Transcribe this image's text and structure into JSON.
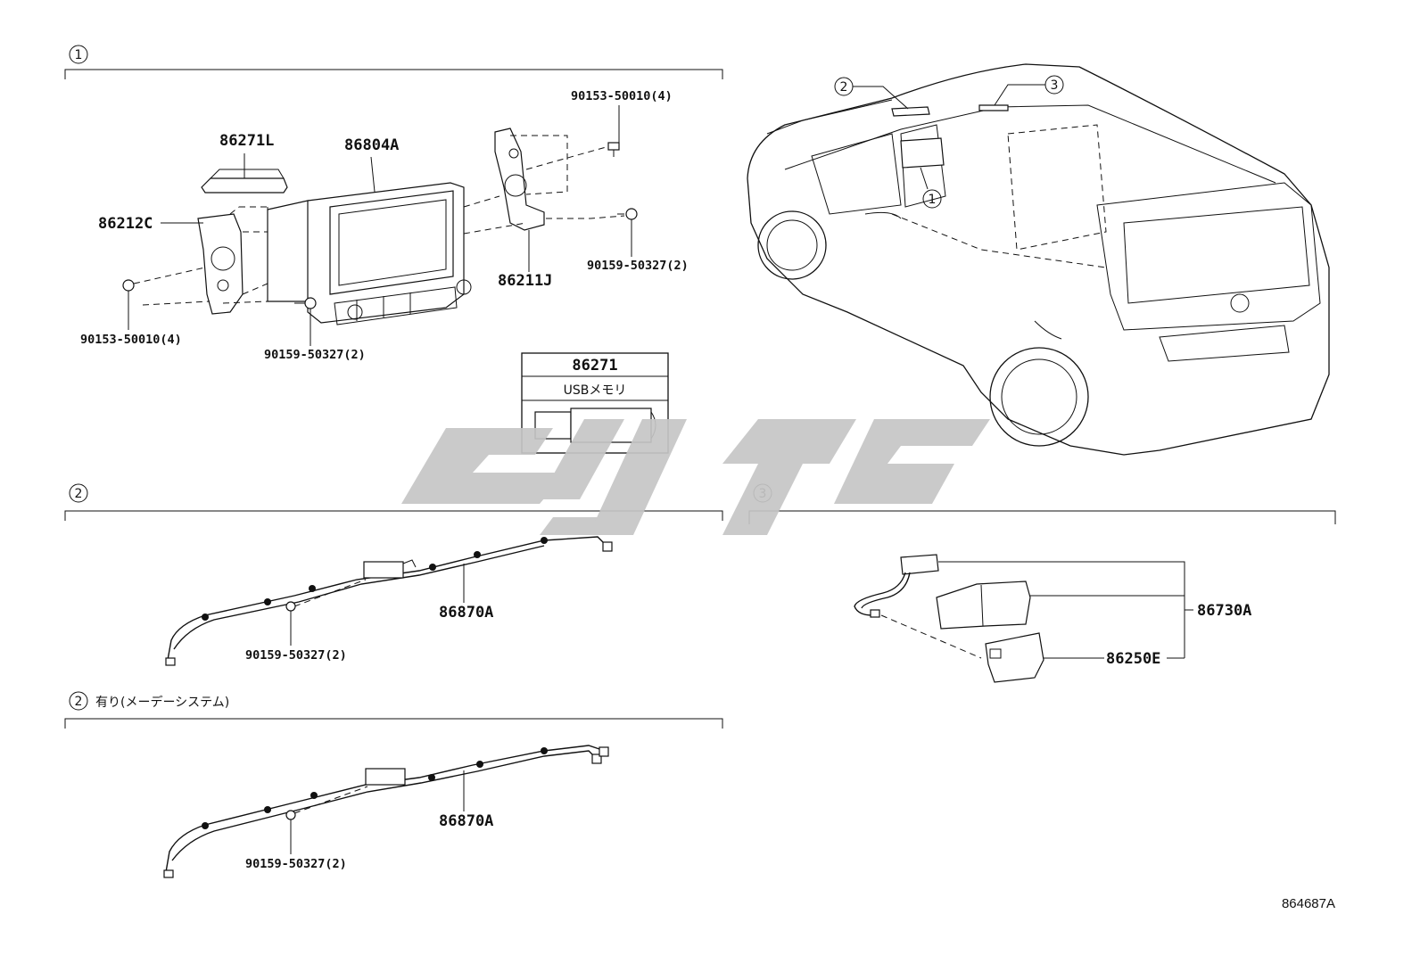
{
  "diagram_id": "864687A",
  "sections": [
    {
      "marker": "1",
      "title": "",
      "parts": {
        "bracket_top": "86271L",
        "display_unit": "86804A",
        "bracket_left": "86212C",
        "bracket_right": "86211J",
        "screw_top_right": "90153-50010(4)",
        "screw_right": "90159-50327(2)",
        "screw_left": "90153-50010(4)",
        "screw_bottom": "90159-50327(2)"
      },
      "inset": {
        "part_no": "86271",
        "label": "USBメモリ"
      }
    },
    {
      "marker": "2",
      "title": "",
      "parts": {
        "harness": "86870A",
        "screw": "90159-50327(2)"
      }
    },
    {
      "marker": "2",
      "title": "有り(メーデーシステム)",
      "parts": {
        "harness": "86870A",
        "screw": "90159-50327(2)"
      }
    },
    {
      "marker": "3",
      "title": "",
      "parts": {
        "assembly": "86730A",
        "module": "86250E"
      }
    }
  ],
  "vehicle_callouts": [
    "1",
    "2",
    "3"
  ],
  "watermark": {
    "color": "#c6c6c6"
  }
}
